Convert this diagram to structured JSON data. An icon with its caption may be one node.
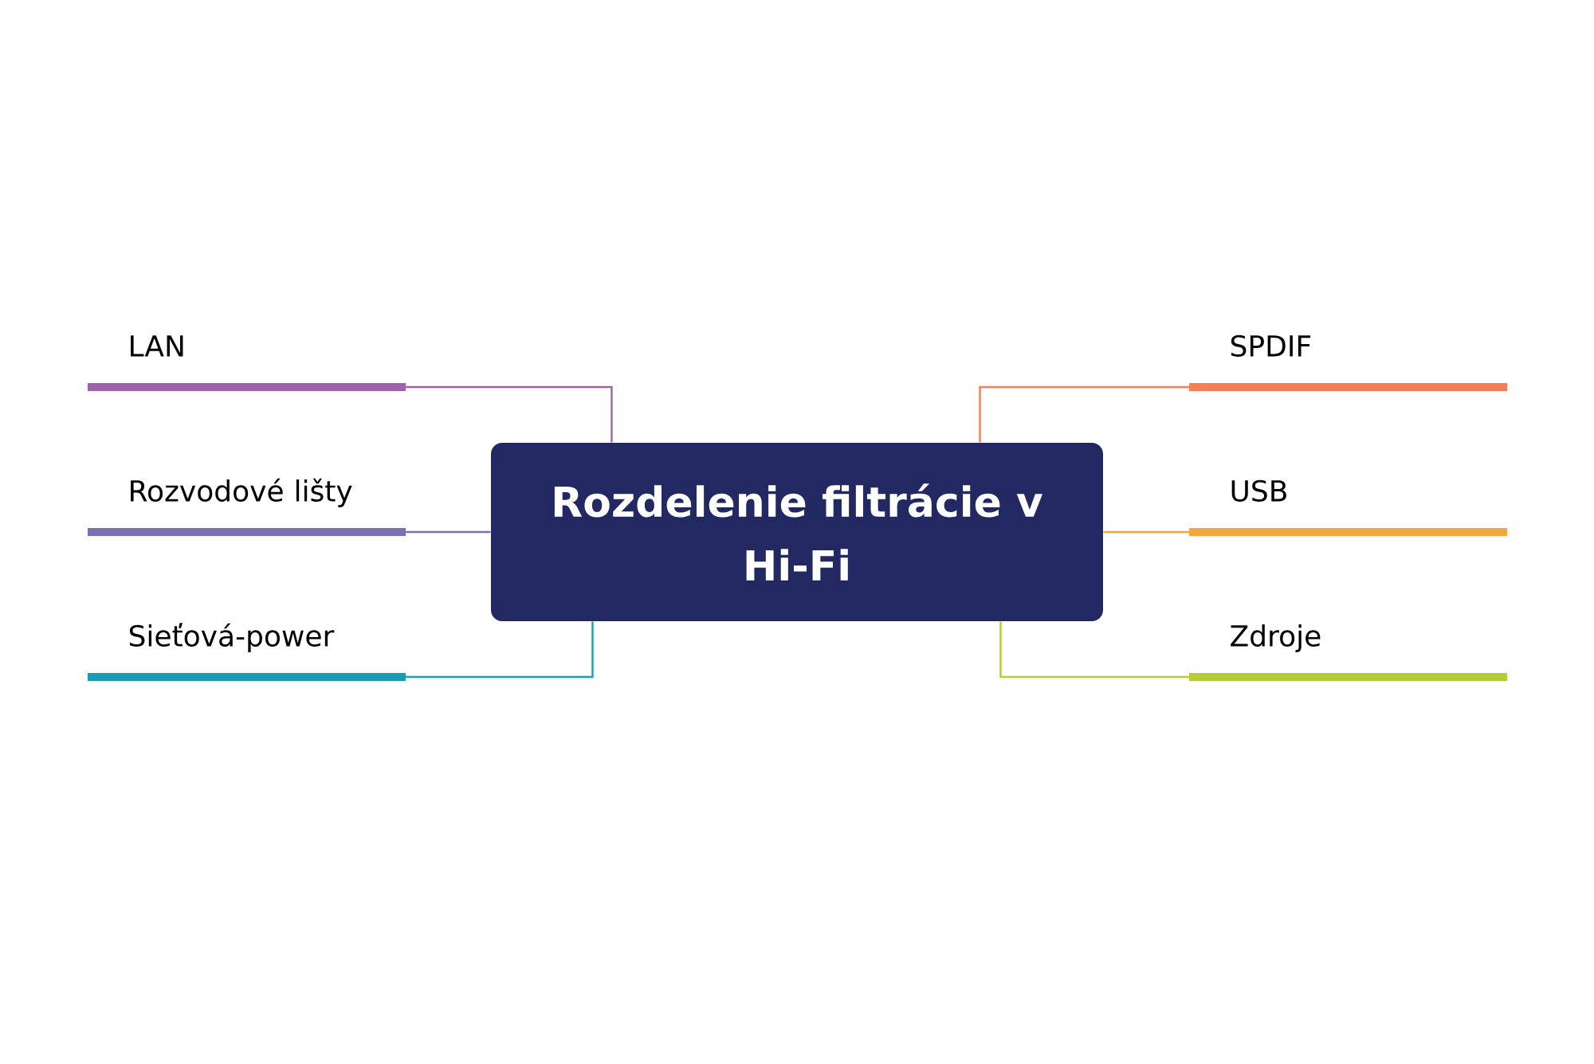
{
  "diagram": {
    "nodes": [
      {
        "text": [
          "Rozdelenie filtrácie v Hi-Fi"
        ]
      },
      {
        "text": [
          "LAN"
        ]
      },
      {
        "text": [
          "Rozvodové lišty"
        ]
      },
      {
        "text": [
          "Sieťová-power"
        ]
      },
      {
        "text": [
          "SPDIF"
        ]
      },
      {
        "text": [
          "USB"
        ]
      },
      {
        "text": [
          "Zdroje"
        ]
      }
    ],
    "edges": [
      {
        "from": 0,
        "to": 1,
        "arrow": "none",
        "color": "#9c64a6"
      },
      {
        "from": 0,
        "to": 2,
        "arrow": "none",
        "color": "#7b70b5"
      },
      {
        "from": 0,
        "to": 3,
        "arrow": "none",
        "color": "#1a9bb5"
      },
      {
        "from": 0,
        "to": 4,
        "arrow": "none",
        "color": "#f47f57"
      },
      {
        "from": 0,
        "to": 5,
        "arrow": "none",
        "color": "#f7a53c"
      },
      {
        "from": 0,
        "to": 6,
        "arrow": "none",
        "color": "#b6cb35"
      }
    ]
  }
}
